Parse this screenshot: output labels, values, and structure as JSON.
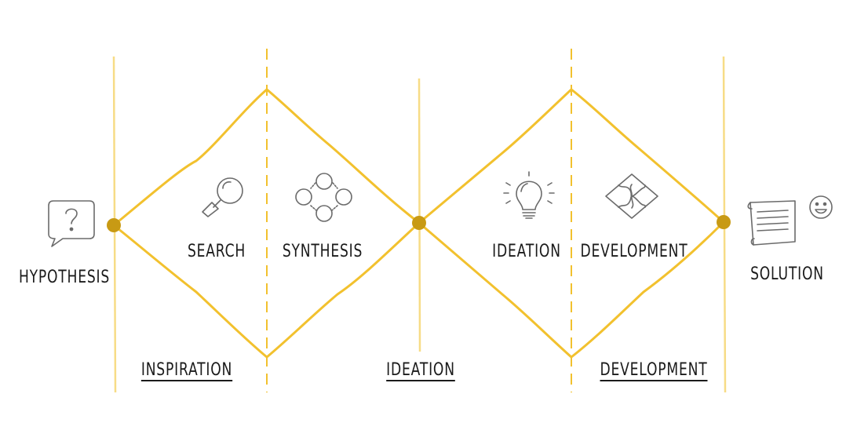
{
  "diagram": {
    "steps": [
      {
        "key": "hypothesis",
        "label": "HYPOTHESIS",
        "icon": "question-bubble-icon"
      },
      {
        "key": "search",
        "label": "SEARCH",
        "icon": "magnifier-icon"
      },
      {
        "key": "synthesis",
        "label": "SYNTHESIS",
        "icon": "cluster-icon"
      },
      {
        "key": "ideation",
        "label": "IDEATION",
        "icon": "lightbulb-icon"
      },
      {
        "key": "development",
        "label": "DEVELOPMENT",
        "icon": "puzzle-icon"
      },
      {
        "key": "solution",
        "label": "SOLUTION",
        "icon": "document-smiley-icon"
      }
    ],
    "phases": [
      {
        "key": "inspiration",
        "label": "INSPIRATION"
      },
      {
        "key": "ideation",
        "label": "IDEATION"
      },
      {
        "key": "development",
        "label": "DEVELOPMENT"
      }
    ],
    "colors": {
      "line": "#f2c12e",
      "guide": "#f7dc86",
      "node": "#c89a14",
      "ink": "#1b1b1b",
      "icon": "#6b6b6b"
    }
  }
}
